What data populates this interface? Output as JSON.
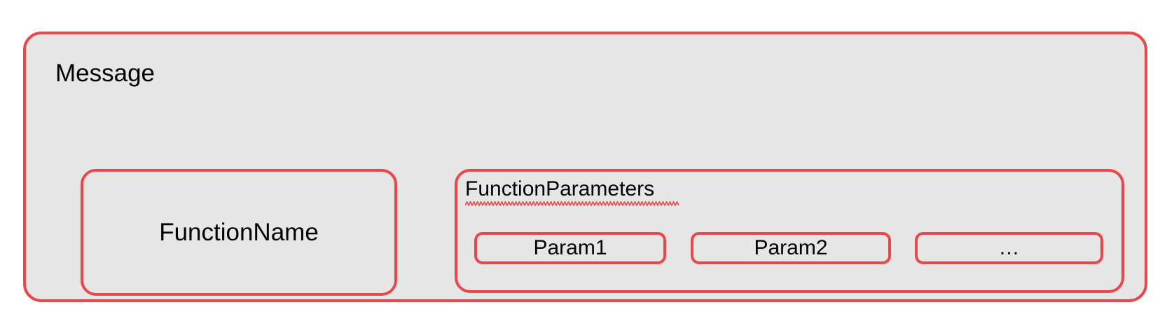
{
  "diagram": {
    "type": "nested-block-diagram",
    "background_color": "#ffffff",
    "fill_color": "#e6e6e6",
    "stroke_color": "#e8484b",
    "text_color": "#000000",
    "message": {
      "label": "Message",
      "function_name": {
        "label": "FunctionName"
      },
      "function_parameters": {
        "label": "FunctionParameters",
        "spellcheck_underline": true,
        "params": [
          {
            "label": "Param1"
          },
          {
            "label": "Param2"
          },
          {
            "label": "…"
          }
        ]
      }
    }
  }
}
